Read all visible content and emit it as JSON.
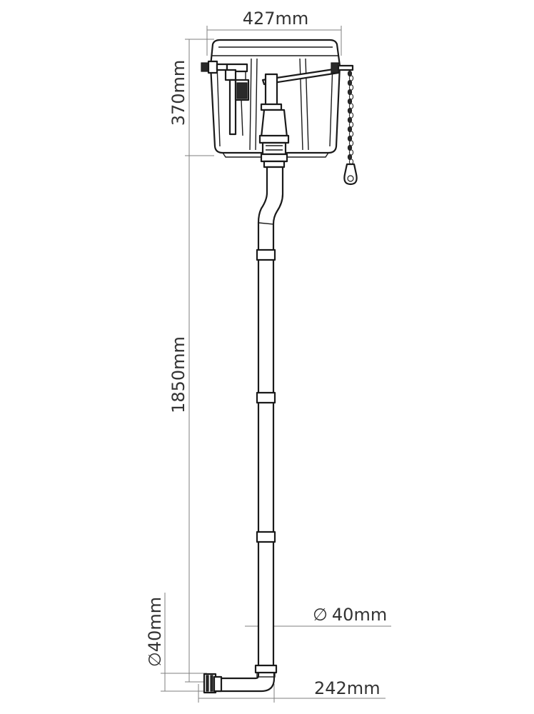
{
  "dimensions": {
    "cistern_width": "427mm",
    "cistern_height": "370mm",
    "flush_pipe_height": "1850mm",
    "pipe_diameter": "40mm",
    "outlet_diameter": "40mm",
    "outlet_length": "242mm",
    "diameter_symbol": "∅"
  }
}
